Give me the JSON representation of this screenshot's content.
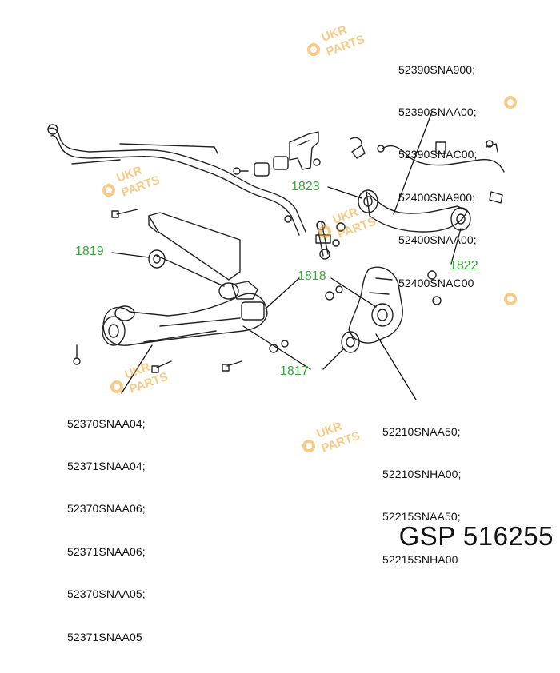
{
  "part_groups": {
    "top_right": [
      "52390SNA900;",
      "52390SNAA00;",
      "52390SNAC00;",
      "52400SNA900;",
      "52400SNAA00;",
      "52400SNAC00"
    ],
    "bottom_left": [
      "52370SNAA04;",
      "52371SNAA04;",
      "52370SNAA06;",
      "52371SNAA06;",
      "52370SNAA05;",
      "52371SNAA05"
    ],
    "bottom_right": [
      "52210SNAA50;",
      "52210SNHA00;",
      "52215SNAA50;",
      "52215SNHA00"
    ]
  },
  "callouts": {
    "c1823": "1823",
    "c1819": "1819",
    "c1818": "1818",
    "c1822": "1822",
    "c1817": "1817"
  },
  "watermark": {
    "line1": "UKR",
    "line2": "PARTS"
  },
  "brand": {
    "text": "GSP 516255"
  },
  "colors": {
    "callout": "#3aa63a",
    "watermark": "#f0a020",
    "ink": "#222222"
  }
}
